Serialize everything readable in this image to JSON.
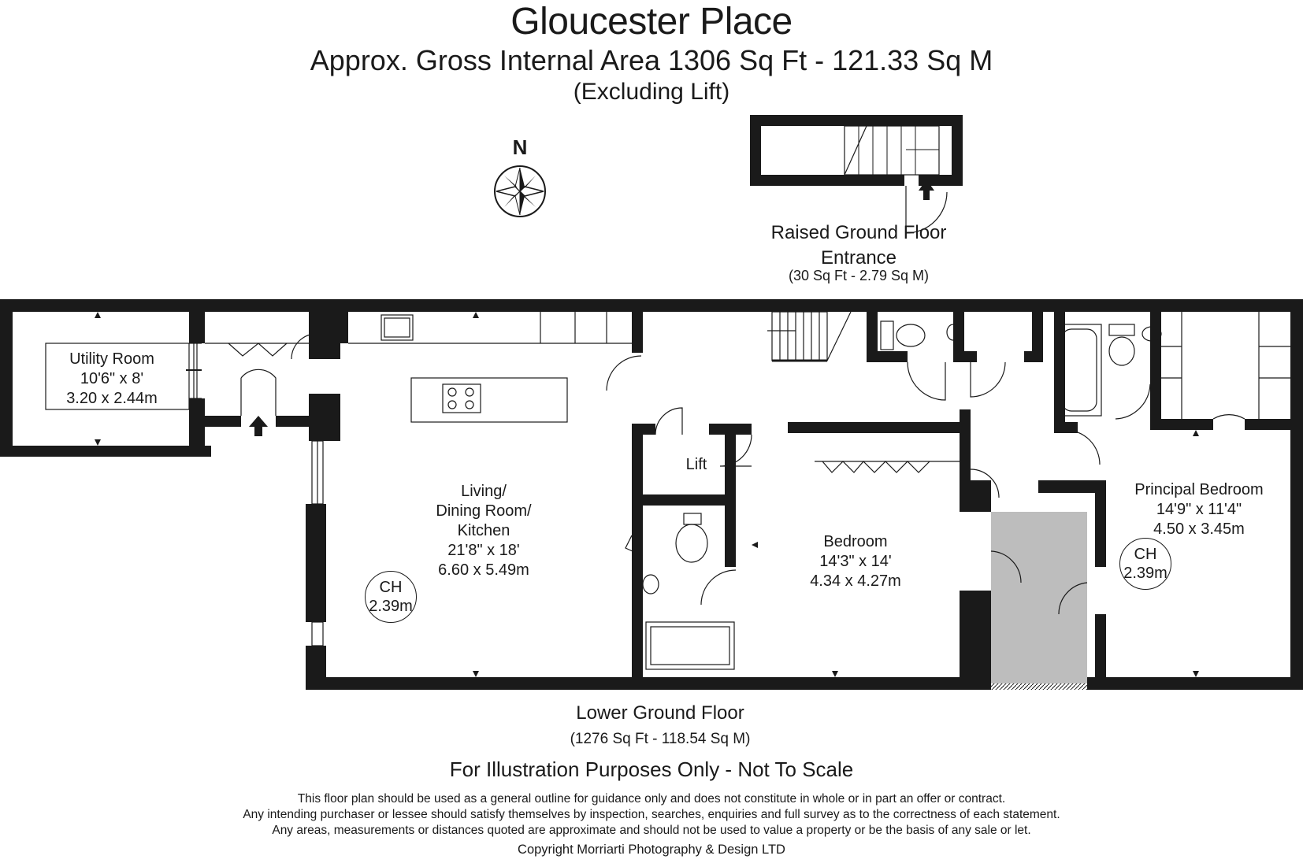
{
  "header": {
    "title": "Gloucester Place",
    "area": "Approx. Gross Internal Area   1306 Sq Ft  -  121.33 Sq M",
    "excluding": "(Excluding Lift)"
  },
  "compass": {
    "north_label": "N"
  },
  "entrance": {
    "name_line1": "Raised Ground Floor",
    "name_line2": "Entrance",
    "area": "(30 Sq Ft  -  2.79 Sq M)"
  },
  "rooms": {
    "utility": {
      "name": "Utility Room",
      "imperial": "10'6\" x 8'",
      "metric": "3.20 x 2.44m"
    },
    "living": {
      "line1": "Living/",
      "line2": "Dining Room/",
      "line3": "Kitchen",
      "imperial": "21'8\" x 18'",
      "metric": "6.60 x 5.49m"
    },
    "lift": {
      "name": "Lift"
    },
    "bedroom": {
      "name": "Bedroom",
      "imperial": "14'3\" x 14'",
      "metric": "4.34 x 4.27m"
    },
    "principal": {
      "name": "Principal Bedroom",
      "imperial": "14'9\" x 11'4\"",
      "metric": "4.50 x 3.45m"
    }
  },
  "ceiling_heights": {
    "living": {
      "label": "CH",
      "value": "2.39m"
    },
    "principal": {
      "label": "CH",
      "value": "2.39m"
    }
  },
  "floor": {
    "name": "Lower Ground Floor",
    "area": "(1276 Sq Ft  -  118.54 Sq M)"
  },
  "footer": {
    "illustration": "For Illustration Purposes Only - Not To Scale",
    "disclaimer_1": "This floor plan should be used as a general outline for guidance only and does not constitute in whole or in part an offer or contract.",
    "disclaimer_2": "Any intending purchaser or lessee should satisfy themselves by inspection, searches, enquiries and full survey as to the correctness of each statement.",
    "disclaimer_3": "Any areas, measurements or distances quoted are approximate and should not be used to value a property or be the basis of any sale or let.",
    "copyright": "Copyright Morriarti Photography & Design LTD"
  },
  "colors": {
    "wall": "#1a1a1a",
    "shaded": "#bdbdbd",
    "background": "#ffffff"
  }
}
